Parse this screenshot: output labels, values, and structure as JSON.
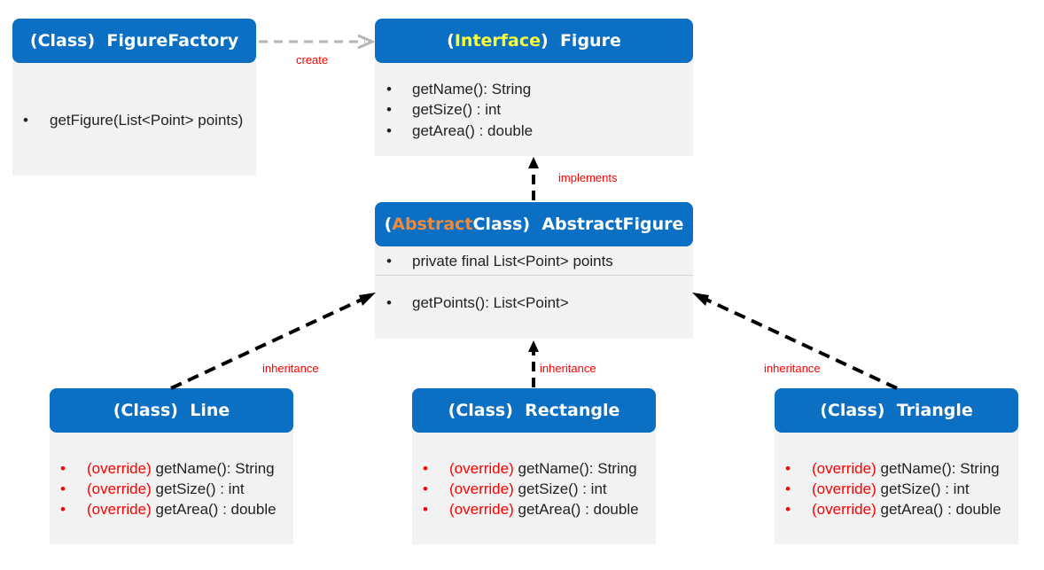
{
  "factory": {
    "kind": "(Class)",
    "name": "FigureFactory",
    "methods": [
      "getFigure(List<Point> points)"
    ]
  },
  "figure": {
    "kind_open": "(",
    "kind_word": "Interface",
    "kind_close": ")",
    "name": "Figure",
    "methods": [
      "getName(): String",
      "getSize() : int",
      "getArea() : double"
    ]
  },
  "abstract_figure": {
    "kind_open": "(",
    "kind_word": "Abstract",
    "kind_rest": " Class)",
    "name": "AbstractFigure",
    "fields": [
      "private final List<Point> points"
    ],
    "methods": [
      "getPoints(): List<Point>"
    ]
  },
  "line": {
    "kind": "(Class)",
    "name": "Line",
    "methods": [
      {
        "modifier": "(override)",
        "signature": "getName(): String"
      },
      {
        "modifier": "(override)",
        "signature": "getSize() : int"
      },
      {
        "modifier": "(override)",
        "signature": "getArea() : double"
      }
    ]
  },
  "rectangle": {
    "kind": "(Class)",
    "name": "Rectangle",
    "methods": [
      {
        "modifier": "(override)",
        "signature": "getName(): String"
      },
      {
        "modifier": "(override)",
        "signature": "getSize() : int"
      },
      {
        "modifier": "(override)",
        "signature": "getArea() : double"
      }
    ]
  },
  "triangle": {
    "kind": "(Class)",
    "name": "Triangle",
    "methods": [
      {
        "modifier": "(override)",
        "signature": "getName(): String"
      },
      {
        "modifier": "(override)",
        "signature": "getSize() : int"
      },
      {
        "modifier": "(override)",
        "signature": "getArea() : double"
      }
    ]
  },
  "relations": {
    "create": "create",
    "implements": "implements",
    "inheritance_line": "inheritance",
    "inheritance_rectangle": "inheritance",
    "inheritance_triangle": "inheritance"
  },
  "bullet": "•",
  "colors": {
    "header_bg": "#0b6fc4",
    "body_bg": "#f2f2f2",
    "override": "#ff0000",
    "interface_word": "#ffff33",
    "abstract_word": "#ee8a3a",
    "relation_label": "#ff0000",
    "create_arrow": "#b5b5b5"
  }
}
